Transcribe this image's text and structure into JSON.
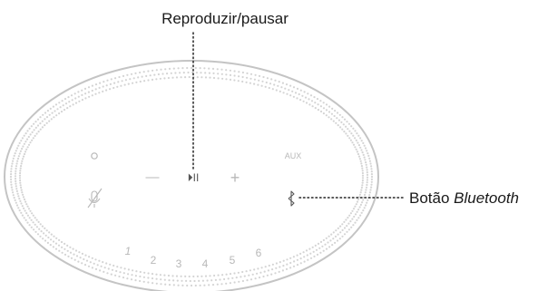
{
  "callouts": {
    "play_pause_label": "Reproduzir/pausar",
    "bluetooth_label_prefix": "Botão ",
    "bluetooth_label_emphasis": "Bluetooth"
  },
  "controls": {
    "action_icon": "action-circle-icon",
    "mic_off_icon": "mic-off-icon",
    "volume_down": "—",
    "play_pause": "⏵II",
    "volume_up": "+",
    "aux": "AUX",
    "bluetooth_icon": "bluetooth-icon",
    "presets": [
      "1",
      "2",
      "3",
      "4",
      "5",
      "6"
    ]
  },
  "colors": {
    "speaker_outline": "#c4c4c4",
    "grille_dots": "#d4d4d4",
    "control_symbols": "#b8b8b8",
    "callout_text": "#1a1a1a",
    "leader_line": "#222222"
  }
}
